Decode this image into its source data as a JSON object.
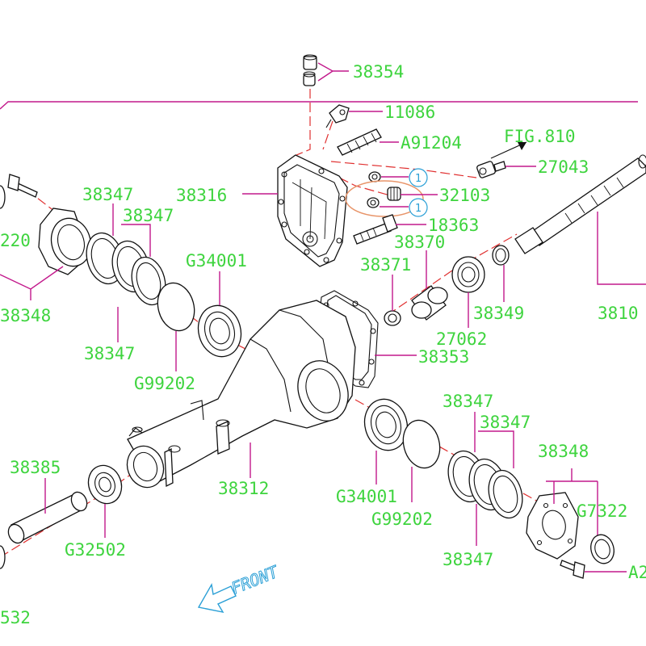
{
  "parts": {
    "p38354": "38354",
    "p11086": "11086",
    "pA91204": "A91204",
    "pFIG810": "FIG.810",
    "p27043": "27043",
    "p38316": "38316",
    "p32103": "32103",
    "p18363": "18363",
    "p38370": "38370",
    "p38371": "38371",
    "p38349": "38349",
    "p3810x": "3810",
    "p27062": "27062",
    "p38353": "38353",
    "p38347_a": "38347",
    "p38347_b": "38347",
    "p38347_c": "38347",
    "p38347_d": "38347",
    "p38347_e": "38347",
    "p38347_f": "38347",
    "pG34001_a": "G34001",
    "pG34001_b": "G34001",
    "pG99202_a": "G99202",
    "pG99202_b": "G99202",
    "p38348_a": "38348",
    "p38348_b": "38348",
    "p220": "220",
    "p38385": "38385",
    "pG32502": "G32502",
    "p38312": "38312",
    "pG7322": "G7322",
    "pA2": "A2",
    "p532": "532"
  },
  "callouts": {
    "c1_a": "1",
    "c1_b": "1"
  },
  "front_label": "FRONT",
  "colors": {
    "label": "#3ed43e",
    "leader": "#c2188b",
    "axis": "#e03030",
    "callout": "#2a9fd6",
    "outline": "#111111"
  }
}
